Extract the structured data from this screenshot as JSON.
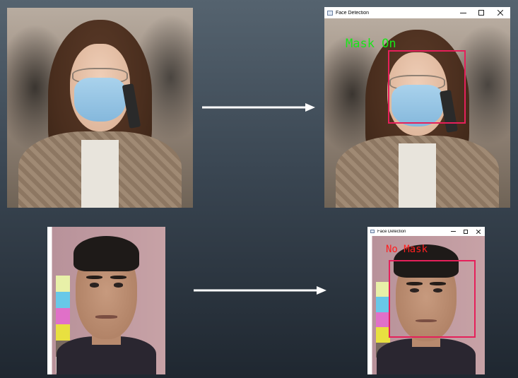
{
  "windows": {
    "top": {
      "title": "Face Detection",
      "label": "Mask On",
      "label_color": "#19e619"
    },
    "bottom": {
      "title": "Face Detection",
      "label": "No Mask",
      "label_color": "#ff2020"
    }
  },
  "colors": {
    "box": "#e5205a",
    "arrow": "#ffffff"
  },
  "icons": {
    "minimize": "minimize-icon",
    "maximize": "maximize-icon",
    "close": "close-icon"
  }
}
